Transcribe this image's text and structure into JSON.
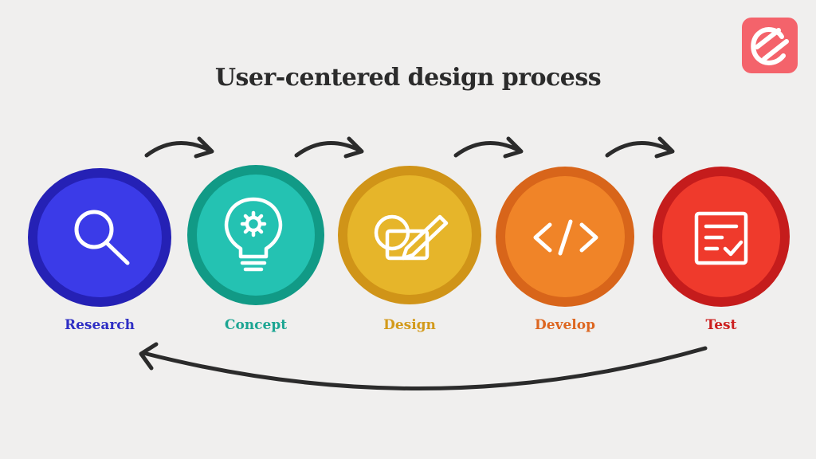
{
  "title": "User-centered design process",
  "brand_color": "#f4636b",
  "steps": [
    {
      "label": "Research",
      "icon": "magnifier-icon",
      "outer": "#2521b5",
      "inner": "#3b3be8",
      "text_color": "#2e2ec4"
    },
    {
      "label": "Concept",
      "icon": "lightbulb-gear-icon",
      "outer": "#119a86",
      "inner": "#24c2b2",
      "text_color": "#1ca592"
    },
    {
      "label": "Design",
      "icon": "shapes-pencil-icon",
      "outer": "#d09418",
      "inner": "#e6b52a",
      "text_color": "#d39a1b"
    },
    {
      "label": "Develop",
      "icon": "code-brackets-icon",
      "outer": "#d8651a",
      "inner": "#f08428",
      "text_color": "#dd6620"
    },
    {
      "label": "Test",
      "icon": "checklist-icon",
      "outer": "#c51c1c",
      "inner": "#ef3a2c",
      "text_color": "#cc1f1f"
    }
  ]
}
